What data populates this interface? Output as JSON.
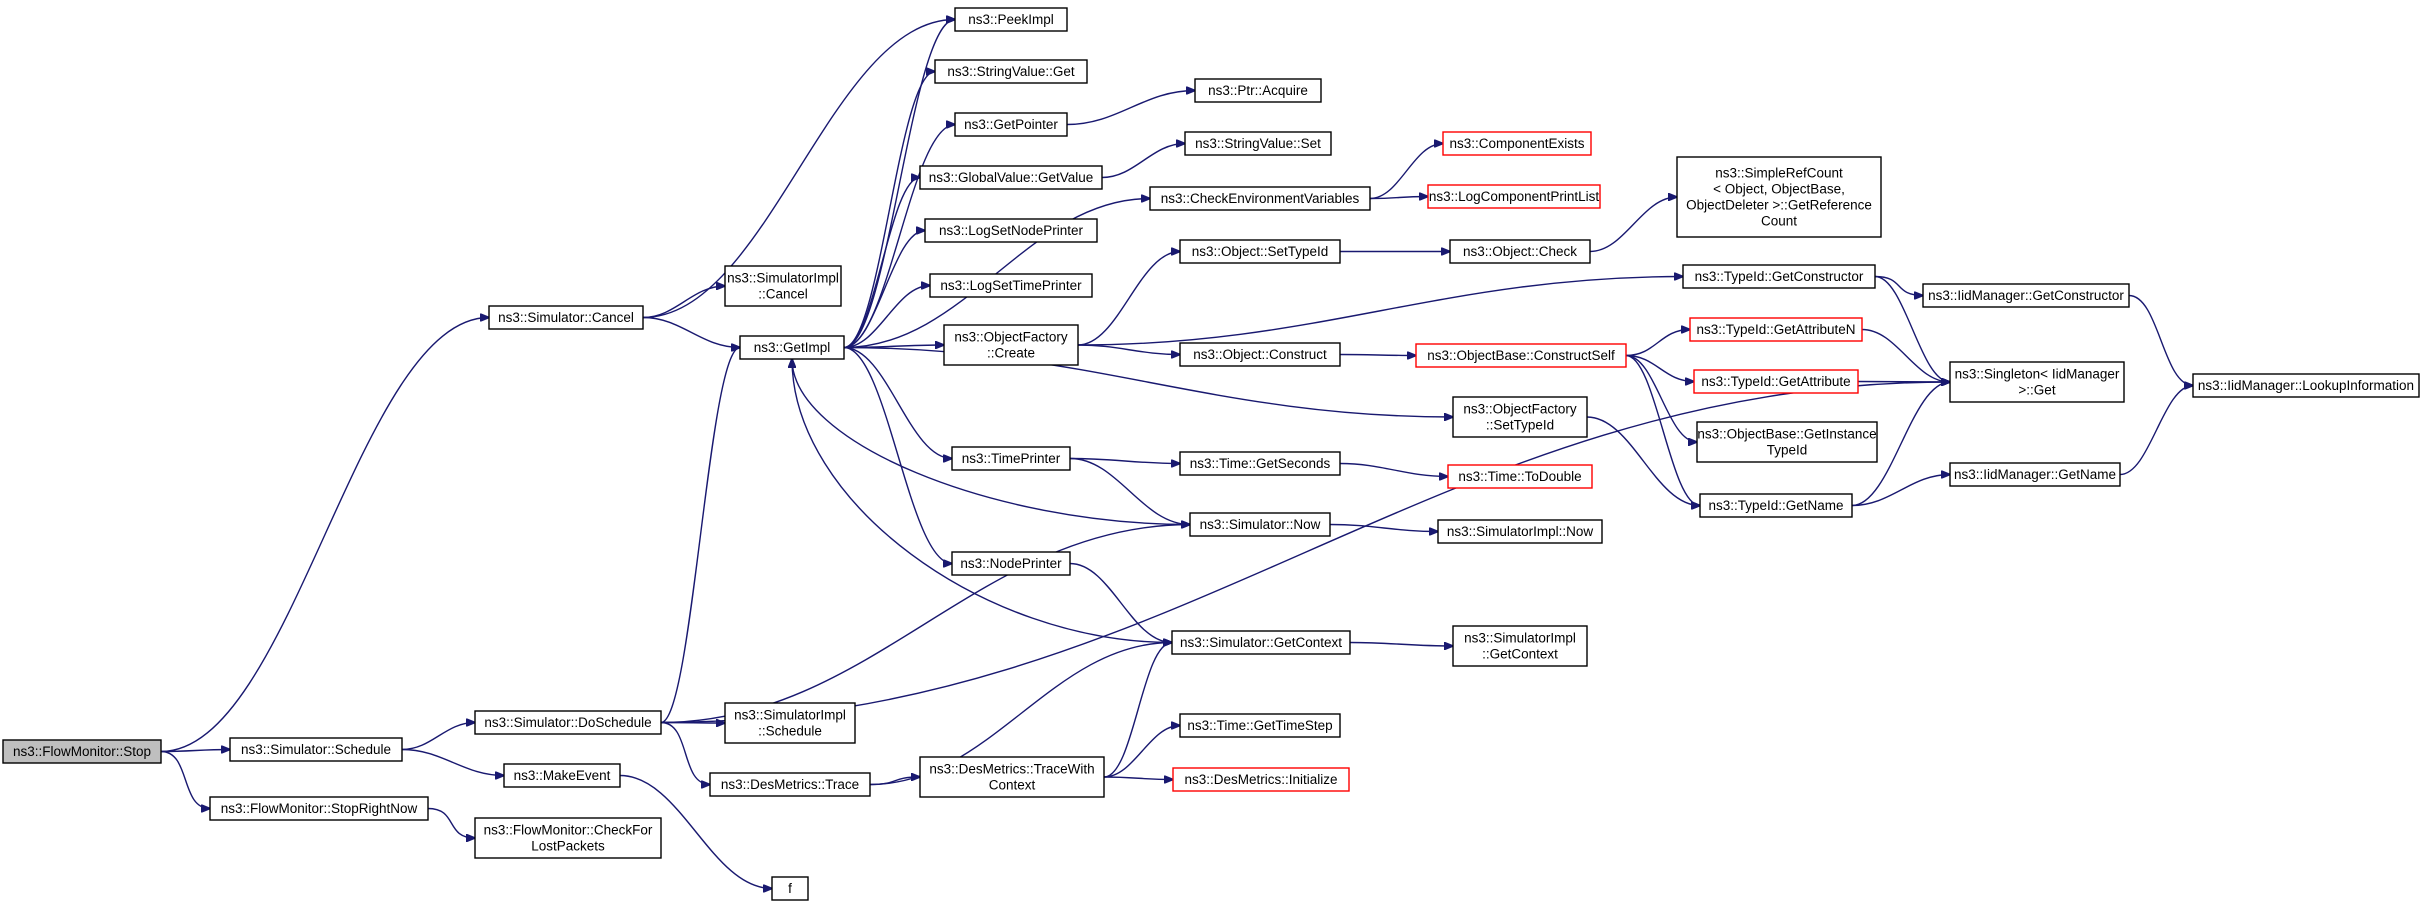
{
  "graph": {
    "colors": {
      "edge": "#191970",
      "node_border": "#000000",
      "incomplete_node_border": "#ff0000",
      "root_fill": "#bfbfbf"
    },
    "nodes": [
      {
        "id": "stop",
        "lines": [
          "ns3::FlowMonitor::Stop"
        ],
        "root": true
      },
      {
        "id": "cancel",
        "lines": [
          "ns3::Simulator::Cancel"
        ]
      },
      {
        "id": "schedule",
        "lines": [
          "ns3::Simulator::Schedule"
        ]
      },
      {
        "id": "stopRightNow",
        "lines": [
          "ns3::FlowMonitor::StopRightNow"
        ]
      },
      {
        "id": "simImplCancel",
        "lines": [
          "ns3::SimulatorImpl",
          "::Cancel"
        ]
      },
      {
        "id": "getImpl",
        "lines": [
          "ns3::GetImpl"
        ]
      },
      {
        "id": "doSchedule",
        "lines": [
          "ns3::Simulator::DoSchedule"
        ]
      },
      {
        "id": "makeEvent",
        "lines": [
          "ns3::MakeEvent"
        ]
      },
      {
        "id": "checkLost",
        "lines": [
          "ns3::FlowMonitor::CheckFor",
          "LostPackets"
        ]
      },
      {
        "id": "simImplSchedule",
        "lines": [
          "ns3::SimulatorImpl",
          "::Schedule"
        ]
      },
      {
        "id": "desTrace",
        "lines": [
          "ns3::DesMetrics::Trace"
        ]
      },
      {
        "id": "f",
        "lines": [
          "f"
        ]
      },
      {
        "id": "peekImpl",
        "lines": [
          "ns3::PeekImpl"
        ]
      },
      {
        "id": "stringValueGet",
        "lines": [
          "ns3::StringValue::Get"
        ]
      },
      {
        "id": "getPointer",
        "lines": [
          "ns3::GetPointer"
        ]
      },
      {
        "id": "globalValueGetValue",
        "lines": [
          "ns3::GlobalValue::GetValue"
        ]
      },
      {
        "id": "logSetNodePrinter",
        "lines": [
          "ns3::LogSetNodePrinter"
        ]
      },
      {
        "id": "logSetTimePrinter",
        "lines": [
          "ns3::LogSetTimePrinter"
        ]
      },
      {
        "id": "objectFactoryCreate",
        "lines": [
          "ns3::ObjectFactory",
          "::Create"
        ]
      },
      {
        "id": "timePrinter",
        "lines": [
          "ns3::TimePrinter"
        ]
      },
      {
        "id": "nodePrinter",
        "lines": [
          "ns3::NodePrinter"
        ]
      },
      {
        "id": "desTraceWithContext",
        "lines": [
          "ns3::DesMetrics::TraceWith",
          "Context"
        ]
      },
      {
        "id": "ptrAcquire",
        "lines": [
          "ns3::Ptr::Acquire"
        ]
      },
      {
        "id": "stringValueSet",
        "lines": [
          "ns3::StringValue::Set"
        ]
      },
      {
        "id": "checkEnvVars",
        "lines": [
          "ns3::CheckEnvironmentVariables"
        ]
      },
      {
        "id": "objectSetTypeId",
        "lines": [
          "ns3::Object::SetTypeId"
        ]
      },
      {
        "id": "objectConstruct",
        "lines": [
          "ns3::Object::Construct"
        ]
      },
      {
        "id": "timeGetSeconds",
        "lines": [
          "ns3::Time::GetSeconds"
        ]
      },
      {
        "id": "simulatorNow",
        "lines": [
          "ns3::Simulator::Now"
        ]
      },
      {
        "id": "simulatorGetContext",
        "lines": [
          "ns3::Simulator::GetContext"
        ]
      },
      {
        "id": "timeGetTimeStep",
        "lines": [
          "ns3::Time::GetTimeStep"
        ]
      },
      {
        "id": "desInitialize",
        "lines": [
          "ns3::DesMetrics::Initialize"
        ],
        "incomplete": true
      },
      {
        "id": "componentExists",
        "lines": [
          "ns3::ComponentExists"
        ],
        "incomplete": true
      },
      {
        "id": "logComponentPrintList",
        "lines": [
          "ns3::LogComponentPrintList"
        ],
        "incomplete": true
      },
      {
        "id": "objectCheck",
        "lines": [
          "ns3::Object::Check"
        ]
      },
      {
        "id": "objectBaseConstructSelf",
        "lines": [
          "ns3::ObjectBase::ConstructSelf"
        ],
        "incomplete": true
      },
      {
        "id": "objectFactorySetTypeId",
        "lines": [
          "ns3::ObjectFactory",
          "::SetTypeId"
        ]
      },
      {
        "id": "timeToDouble",
        "lines": [
          "ns3::Time::ToDouble"
        ],
        "incomplete": true
      },
      {
        "id": "simImplNow",
        "lines": [
          "ns3::SimulatorImpl::Now"
        ]
      },
      {
        "id": "simImplGetContext",
        "lines": [
          "ns3::SimulatorImpl",
          "::GetContext"
        ]
      },
      {
        "id": "simpleRefCount",
        "lines": [
          "ns3::SimpleRefCount",
          "< Object, ObjectBase,",
          "ObjectDeleter >::GetReference",
          "Count"
        ]
      },
      {
        "id": "typeIdGetConstructor",
        "lines": [
          "ns3::TypeId::GetConstructor"
        ]
      },
      {
        "id": "typeIdGetAttributeN",
        "lines": [
          "ns3::TypeId::GetAttributeN"
        ],
        "incomplete": true
      },
      {
        "id": "typeIdGetAttribute",
        "lines": [
          "ns3::TypeId::GetAttribute"
        ],
        "incomplete": true
      },
      {
        "id": "objectBaseGetInstanceTypeId",
        "lines": [
          "ns3::ObjectBase::GetInstance",
          "TypeId"
        ]
      },
      {
        "id": "typeIdGetName",
        "lines": [
          "ns3::TypeId::GetName"
        ]
      },
      {
        "id": "iidGetConstructor",
        "lines": [
          "ns3::IidManager::GetConstructor"
        ]
      },
      {
        "id": "singletonGet",
        "lines": [
          "ns3::Singleton< IidManager",
          ">::Get"
        ]
      },
      {
        "id": "iidGetName",
        "lines": [
          "ns3::IidManager::GetName"
        ]
      },
      {
        "id": "iidLookupInformation",
        "lines": [
          "ns3::IidManager::LookupInformation"
        ]
      }
    ],
    "edges": [
      {
        "from": "stop",
        "to": "cancel"
      },
      {
        "from": "stop",
        "to": "schedule"
      },
      {
        "from": "stop",
        "to": "stopRightNow"
      },
      {
        "from": "cancel",
        "to": "simImplCancel"
      },
      {
        "from": "cancel",
        "to": "getImpl"
      },
      {
        "from": "cancel",
        "to": "peekImpl"
      },
      {
        "from": "schedule",
        "to": "doSchedule"
      },
      {
        "from": "schedule",
        "to": "makeEvent"
      },
      {
        "from": "stopRightNow",
        "to": "checkLost"
      },
      {
        "from": "doSchedule",
        "to": "getImpl"
      },
      {
        "from": "doSchedule",
        "to": "simImplSchedule"
      },
      {
        "from": "doSchedule",
        "to": "desTrace"
      },
      {
        "from": "doSchedule",
        "to": "simulatorNow"
      },
      {
        "from": "doSchedule",
        "to": "singletonGet"
      },
      {
        "from": "makeEvent",
        "to": "f"
      },
      {
        "from": "desTrace",
        "to": "desTraceWithContext"
      },
      {
        "from": "desTrace",
        "to": "simulatorGetContext"
      },
      {
        "from": "getImpl",
        "to": "peekImpl"
      },
      {
        "from": "getImpl",
        "to": "stringValueGet"
      },
      {
        "from": "getImpl",
        "to": "getPointer"
      },
      {
        "from": "getImpl",
        "to": "globalValueGetValue"
      },
      {
        "from": "getImpl",
        "to": "logSetNodePrinter"
      },
      {
        "from": "getImpl",
        "to": "logSetTimePrinter"
      },
      {
        "from": "getImpl",
        "to": "objectFactoryCreate"
      },
      {
        "from": "getImpl",
        "to": "objectFactorySetTypeId"
      },
      {
        "from": "getImpl",
        "to": "timePrinter"
      },
      {
        "from": "getImpl",
        "to": "nodePrinter"
      },
      {
        "from": "getImpl",
        "to": "checkEnvVars"
      },
      {
        "from": "simulatorNow",
        "to": "getImpl"
      },
      {
        "from": "simulatorGetContext",
        "to": "getImpl"
      },
      {
        "from": "getPointer",
        "to": "ptrAcquire"
      },
      {
        "from": "globalValueGetValue",
        "to": "stringValueSet"
      },
      {
        "from": "checkEnvVars",
        "to": "componentExists"
      },
      {
        "from": "checkEnvVars",
        "to": "logComponentPrintList"
      },
      {
        "from": "objectFactoryCreate",
        "to": "objectSetTypeId"
      },
      {
        "from": "objectFactoryCreate",
        "to": "objectConstruct"
      },
      {
        "from": "objectFactoryCreate",
        "to": "typeIdGetConstructor"
      },
      {
        "from": "objectSetTypeId",
        "to": "objectCheck"
      },
      {
        "from": "objectCheck",
        "to": "simpleRefCount"
      },
      {
        "from": "objectConstruct",
        "to": "objectBaseConstructSelf"
      },
      {
        "from": "objectBaseConstructSelf",
        "to": "typeIdGetAttributeN"
      },
      {
        "from": "objectBaseConstructSelf",
        "to": "typeIdGetAttribute"
      },
      {
        "from": "objectBaseConstructSelf",
        "to": "objectBaseGetInstanceTypeId"
      },
      {
        "from": "objectBaseConstructSelf",
        "to": "typeIdGetName"
      },
      {
        "from": "objectFactorySetTypeId",
        "to": "typeIdGetName"
      },
      {
        "from": "timePrinter",
        "to": "timeGetSeconds"
      },
      {
        "from": "timePrinter",
        "to": "simulatorNow"
      },
      {
        "from": "timeGetSeconds",
        "to": "timeToDouble"
      },
      {
        "from": "simulatorNow",
        "to": "simImplNow"
      },
      {
        "from": "nodePrinter",
        "to": "simulatorGetContext"
      },
      {
        "from": "simulatorGetContext",
        "to": "simImplGetContext"
      },
      {
        "from": "desTraceWithContext",
        "to": "simulatorGetContext"
      },
      {
        "from": "desTraceWithContext",
        "to": "timeGetTimeStep"
      },
      {
        "from": "desTraceWithContext",
        "to": "desInitialize"
      },
      {
        "from": "typeIdGetConstructor",
        "to": "iidGetConstructor"
      },
      {
        "from": "typeIdGetConstructor",
        "to": "singletonGet"
      },
      {
        "from": "typeIdGetAttributeN",
        "to": "singletonGet"
      },
      {
        "from": "typeIdGetAttribute",
        "to": "singletonGet"
      },
      {
        "from": "typeIdGetName",
        "to": "singletonGet"
      },
      {
        "from": "typeIdGetName",
        "to": "iidGetName"
      },
      {
        "from": "iidGetConstructor",
        "to": "iidLookupInformation"
      },
      {
        "from": "iidGetName",
        "to": "iidLookupInformation"
      }
    ]
  }
}
